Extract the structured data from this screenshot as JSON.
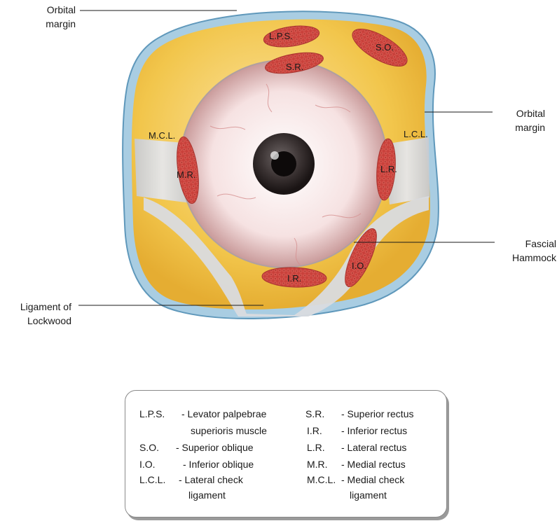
{
  "callouts": {
    "orbital_margin_left": [
      "Orbital",
      "margin"
    ],
    "orbital_margin_right": [
      "Orbital",
      "margin"
    ],
    "fascial_hammock": [
      "Fascial",
      "Hammock"
    ],
    "ligament_of_lockwood": [
      "Ligament of",
      "Lockwood"
    ]
  },
  "structure_labels": {
    "lps": "L.P.S.",
    "sr": "S.R.",
    "so": "S.O.",
    "mcl": "M.C.L.",
    "lcl": "L.C.L.",
    "mr": "M.R.",
    "lr": "L.R.",
    "io": "I.O.",
    "ir": "I.R."
  },
  "legend": {
    "left": [
      {
        "abbr": "L.P.S.",
        "desc": "- Levator palpebrae",
        "desc2": "superioris muscle"
      },
      {
        "abbr": "S.O.",
        "desc": "- Superior oblique"
      },
      {
        "abbr": "I.O.",
        "desc": "- Inferior oblique"
      },
      {
        "abbr": "L.C.L.",
        "desc": "- Lateral check",
        "desc2": "ligament"
      }
    ],
    "right": [
      {
        "abbr": "S.R.",
        "desc": "- Superior rectus"
      },
      {
        "abbr": "I.R.",
        "desc": "- Inferior rectus"
      },
      {
        "abbr": "L.R.",
        "desc": "- Lateral rectus"
      },
      {
        "abbr": "M.R.",
        "desc": "- Medial rectus"
      },
      {
        "abbr": "M.C.L.",
        "desc": "- Medial check",
        "desc2": "ligament"
      }
    ]
  },
  "colors": {
    "fat": "#f2c64c",
    "fat_light": "#fbe3a0",
    "periosteum": "#a9cde2",
    "muscle": "#d9524a",
    "fascia": "#d6d8dc",
    "sclera": "#f6e2e2",
    "iris": "#2a2424"
  }
}
